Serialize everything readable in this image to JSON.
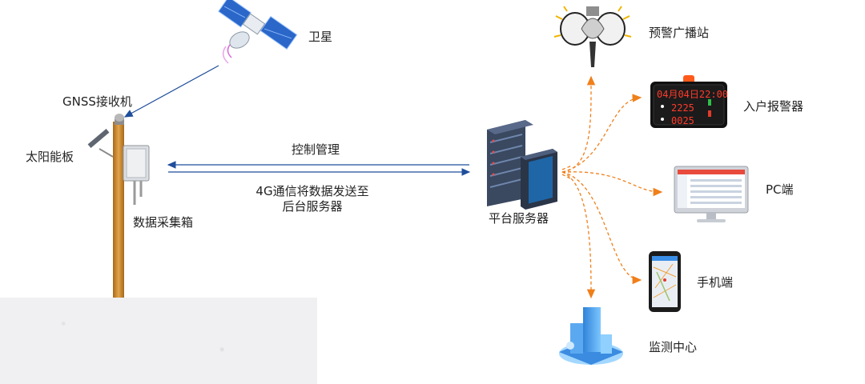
{
  "labels": {
    "satellite": "卫星",
    "gnss_receiver": "GNSS接收机",
    "solar_panel": "太阳能板",
    "data_box": "数据采集箱",
    "control": "控制管理",
    "send_line1": "4G通信将数据发送至",
    "send_line2": "后台服务器",
    "server": "平台服务器",
    "broadcast": "预警广播站",
    "home_alarm": "入户报警器",
    "pc": "PC端",
    "mobile": "手机端",
    "monitor_center": "监测中心"
  },
  "alarm_display": {
    "row1": "04月04日22:00",
    "row2": "2225",
    "row3": "0025"
  },
  "colors": {
    "data_link": "#1f4e9c",
    "distribution_link": "#f07f1a",
    "pole": "#c8862a",
    "server_body": "#2d3a4d",
    "building": "#4aa3ee"
  }
}
